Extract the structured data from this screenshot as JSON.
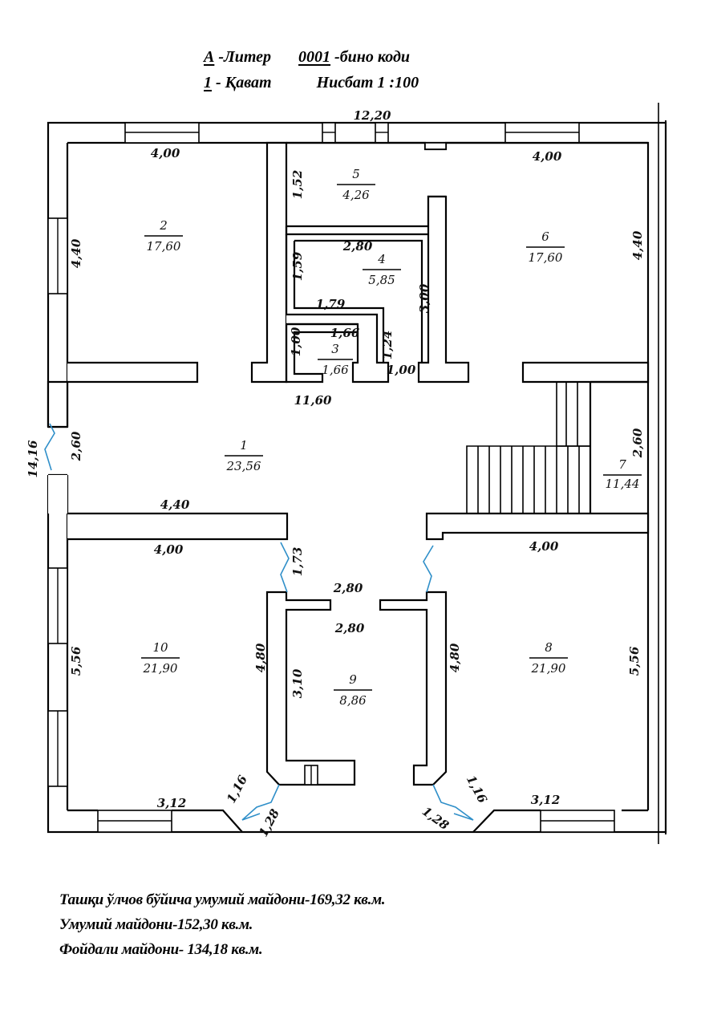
{
  "header": {
    "liter_value": "А",
    "liter_label": "-Литер",
    "building_code": "0001",
    "building_code_label": "-бино коди",
    "floor_value": "1",
    "floor_label": "- Қават",
    "scale": "Нисбат 1 :100"
  },
  "rooms": [
    {
      "no": "1",
      "area": "23,56"
    },
    {
      "no": "2",
      "area": "17,60"
    },
    {
      "no": "3",
      "area": "1,66"
    },
    {
      "no": "4",
      "area": "5,85"
    },
    {
      "no": "5",
      "area": "4,26"
    },
    {
      "no": "6",
      "area": "17,60"
    },
    {
      "no": "7",
      "area": "11,44"
    },
    {
      "no": "8",
      "area": "21,90"
    },
    {
      "no": "9",
      "area": "8,86"
    },
    {
      "no": "10",
      "area": "21,90"
    }
  ],
  "dimensions": {
    "overall_width": "12,20",
    "overall_depth": "14,16",
    "r2_width": "4,00",
    "r2_depth": "4,40",
    "r5_depth": "1,52",
    "r4_width": "2,80",
    "r4_depth": "1,59",
    "r4_inner": "1,79",
    "r4_side": "3,00",
    "r3_width": "1,66",
    "r3_depth": "1,00",
    "r3_side": "1,24",
    "r3_door": "1,00",
    "r6_width": "4,00",
    "r6_depth": "4,40",
    "hall_length": "11,60",
    "hall_left_depth": "2,60",
    "r7_depth": "2,60",
    "r10_top_wall": "4,40",
    "r10_width": "4,00",
    "r10_depth": "5,56",
    "r10_bottom": "3,12",
    "door_left_upper": "1,73",
    "r9_width_top": "2,80",
    "r9_width": "2,80",
    "r9_left": "4,80",
    "r9_inner": "3,10",
    "r8_left": "4,80",
    "r8_width": "4,00",
    "r8_depth": "5,56",
    "r8_bottom": "3,12",
    "bay_left_side": "1,16",
    "bay_left_door": "1,28",
    "bay_right_side": "1,16",
    "bay_right_door": "1,28"
  },
  "summary": {
    "line1": "Ташқи ўлчов бўйича умумий майдони-169,32 кв.м.",
    "line2": "Умумий майдони-152,30 кв.м.",
    "line3": "Фойдали майдони- 134,18 кв.м."
  }
}
